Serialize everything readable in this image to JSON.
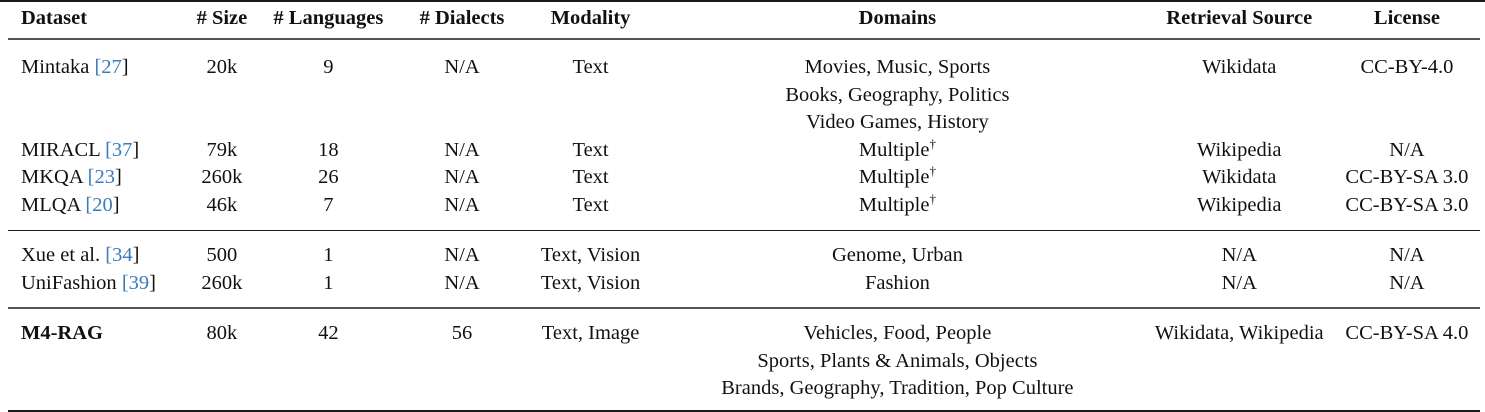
{
  "table": {
    "headers": [
      "Dataset",
      "# Size",
      "# Languages",
      "# Dialects",
      "Modality",
      "Domains",
      "Retrieval Source",
      "License"
    ],
    "groups": [
      {
        "rows": [
          {
            "dataset": "Mintaka",
            "citation": "27",
            "size": "20k",
            "languages": "9",
            "dialects": "N/A",
            "modality": "Text",
            "domains": [
              "Movies, Music, Sports",
              "Books, Geography, Politics",
              "Video Games, History"
            ],
            "domains_mark": "",
            "retrieval_source": "Wikidata",
            "license": "CC-BY-4.0"
          },
          {
            "dataset": "MIRACL",
            "citation": "37",
            "size": "79k",
            "languages": "18",
            "dialects": "N/A",
            "modality": "Text",
            "domains": [
              "Multiple"
            ],
            "domains_mark": "†",
            "retrieval_source": "Wikipedia",
            "license": "N/A"
          },
          {
            "dataset": "MKQA",
            "citation": "23",
            "size": "260k",
            "languages": "26",
            "dialects": "N/A",
            "modality": "Text",
            "domains": [
              "Multiple"
            ],
            "domains_mark": "†",
            "retrieval_source": "Wikidata",
            "license": "CC-BY-SA 3.0"
          },
          {
            "dataset": "MLQA",
            "citation": "20",
            "size": "46k",
            "languages": "7",
            "dialects": "N/A",
            "modality": "Text",
            "domains": [
              "Multiple"
            ],
            "domains_mark": "†",
            "retrieval_source": "Wikipedia",
            "license": "CC-BY-SA 3.0"
          }
        ]
      },
      {
        "rows": [
          {
            "dataset": "Xue et al.",
            "citation": "34",
            "size": "500",
            "languages": "1",
            "dialects": "N/A",
            "modality": "Text, Vision",
            "domains": [
              "Genome, Urban"
            ],
            "domains_mark": "",
            "retrieval_source": "N/A",
            "license": "N/A"
          },
          {
            "dataset": "UniFashion",
            "citation": "39",
            "size": "260k",
            "languages": "1",
            "dialects": "N/A",
            "modality": "Text, Vision",
            "domains": [
              "Fashion"
            ],
            "domains_mark": "",
            "retrieval_source": "N/A",
            "license": "N/A"
          }
        ]
      },
      {
        "rows": [
          {
            "dataset": "M4-RAG",
            "citation": "",
            "size": "80k",
            "languages": "42",
            "dialects": "56",
            "modality": "Text, Image",
            "domains": [
              "Vehicles, Food, People",
              "Sports, Plants & Animals, Objects",
              "Brands, Geography, Tradition, Pop Culture"
            ],
            "domains_mark": "",
            "retrieval_source": "Wikidata, Wikipedia",
            "license": "CC-BY-SA 4.0"
          }
        ]
      }
    ],
    "citation_open": "[",
    "citation_close": "]"
  },
  "colors": {
    "citation_link": "#3b7bbf",
    "text": "#111111",
    "rule": "#1a1a1a"
  }
}
